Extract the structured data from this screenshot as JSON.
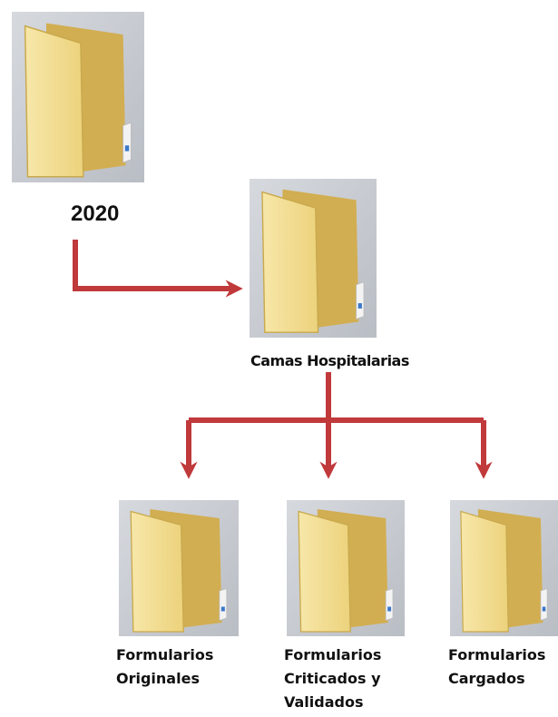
{
  "root": {
    "label": "2020"
  },
  "level1": {
    "label": "Camas Hospitalarias"
  },
  "children": [
    {
      "lines": [
        "Formularios",
        "Originales"
      ]
    },
    {
      "lines": [
        "Formularios",
        "Criticados y",
        "Validados"
      ]
    },
    {
      "lines": [
        "Formularios",
        "Cargados"
      ]
    }
  ],
  "colors": {
    "arrow": "#c0393b",
    "folder_back": "#d9b85a",
    "folder_front": "#f4de96",
    "tile_bg": "#c9ccd2"
  }
}
